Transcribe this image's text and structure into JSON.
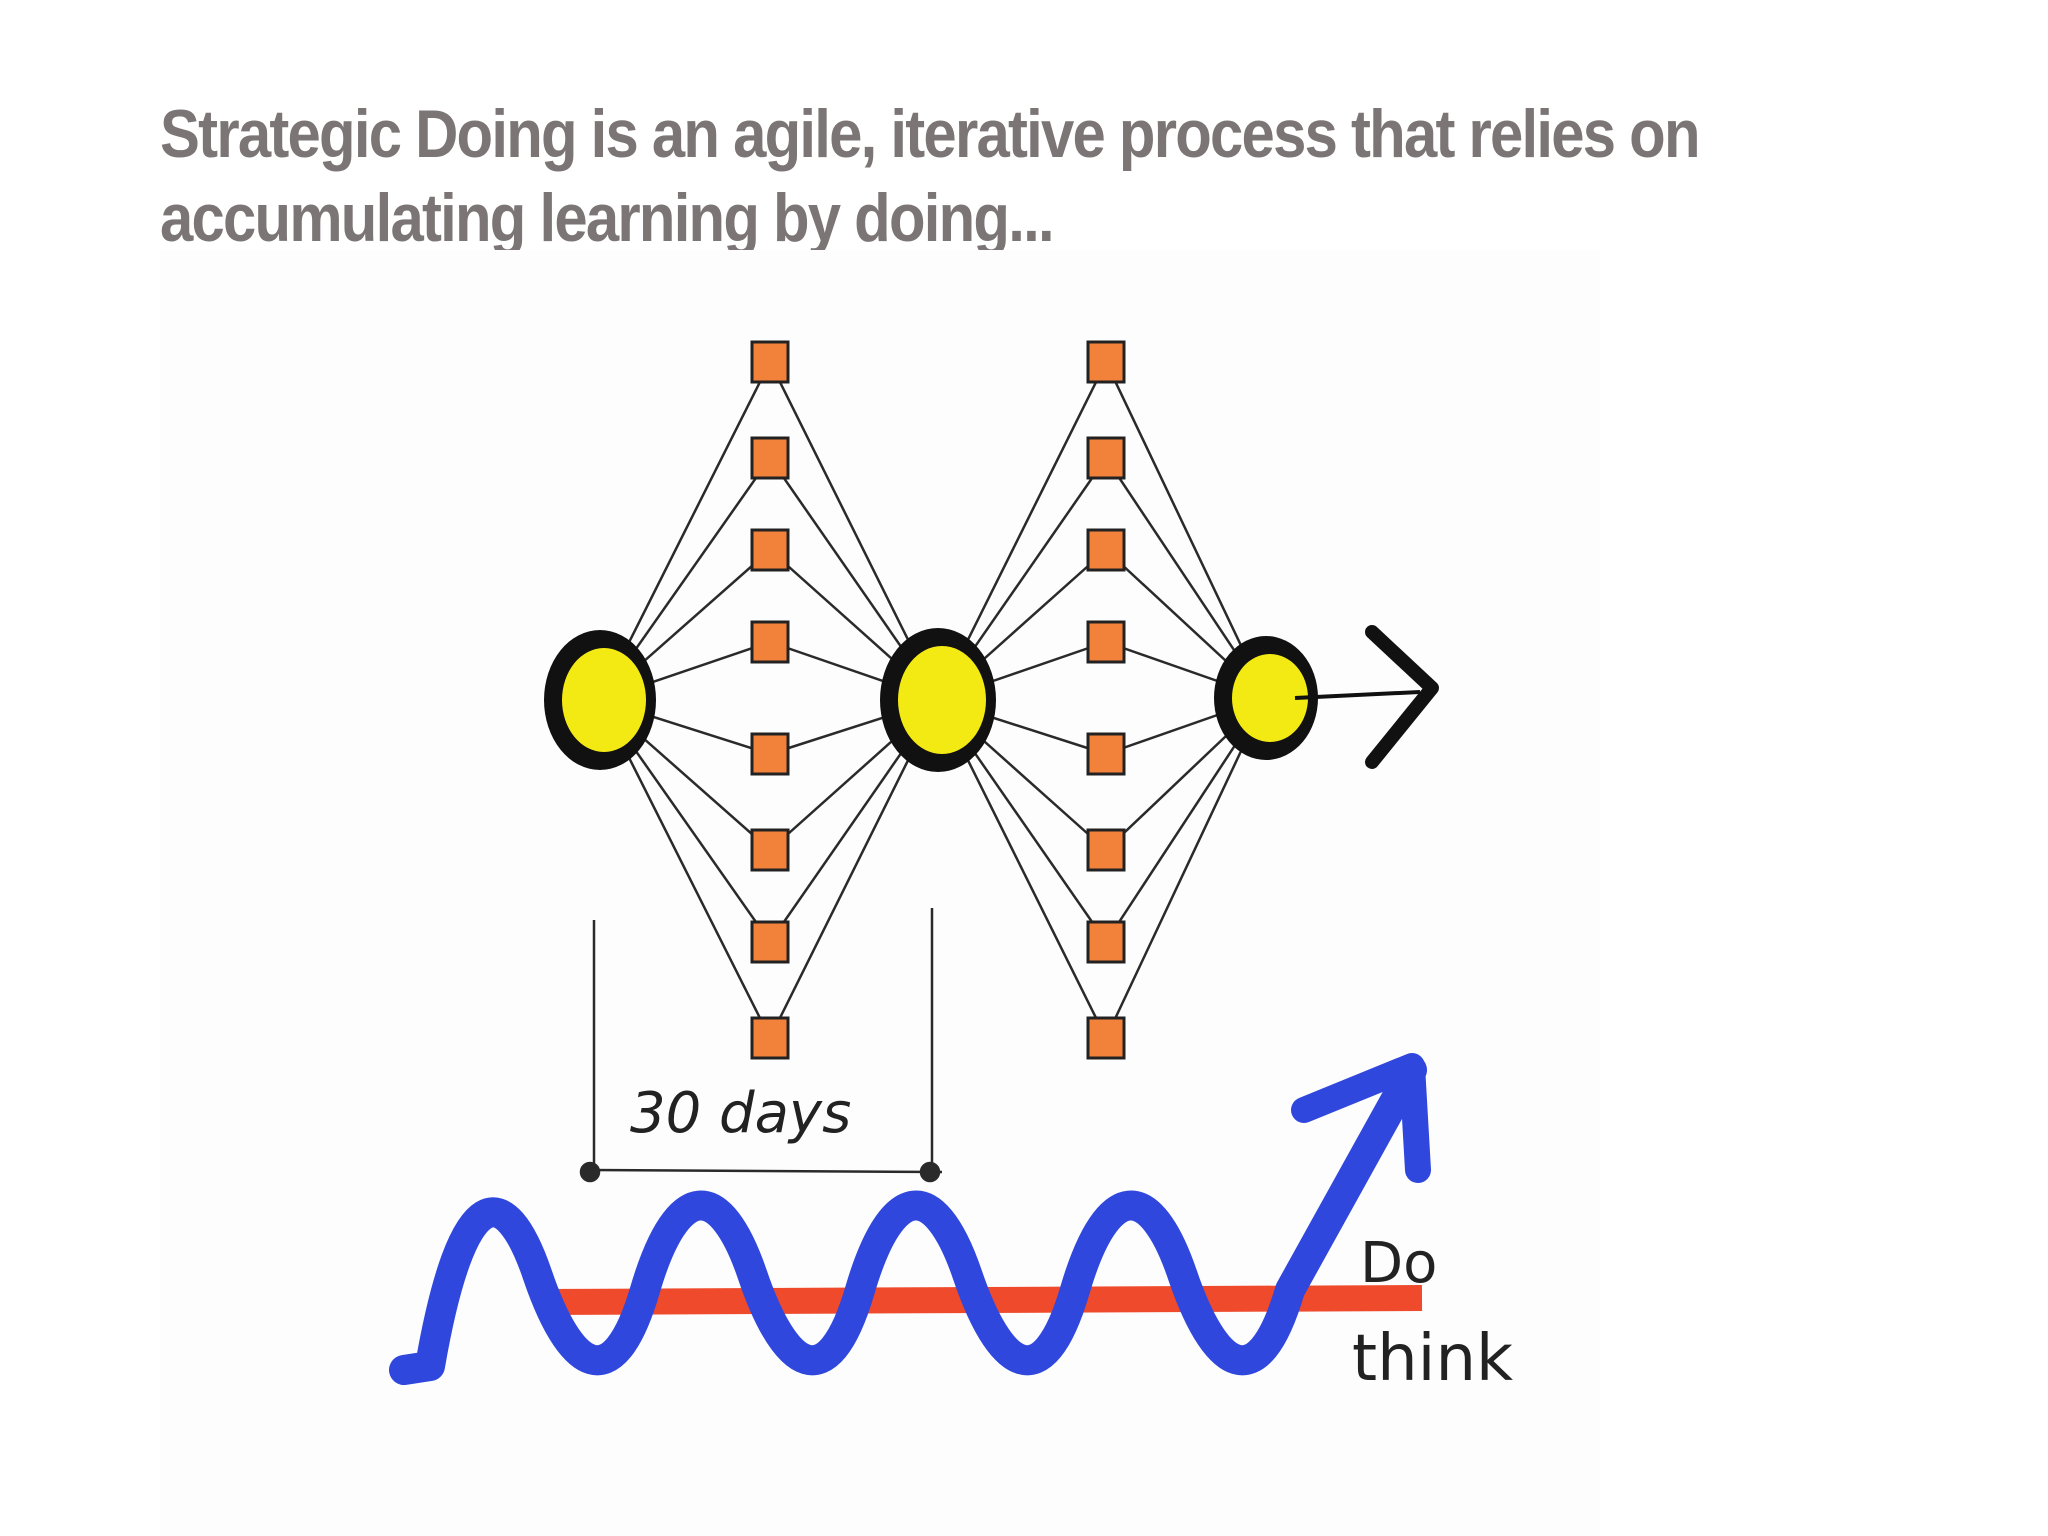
{
  "title": {
    "line1": "Strategic Doing is an agile, iterative process that relies on",
    "line2": "accumulating learning by doing..."
  },
  "diagram": {
    "cycle_label": "30 days",
    "do_label": "Do",
    "think_label": "think",
    "hub_count": 3,
    "nodes_per_column": 8,
    "colors": {
      "node": "#f2823a",
      "hub_fill": "#f4ea13",
      "hub_ring": "#111111",
      "wave": "#2f47dd",
      "baseline": "#ee4a2b",
      "title": "#7b7675"
    }
  }
}
